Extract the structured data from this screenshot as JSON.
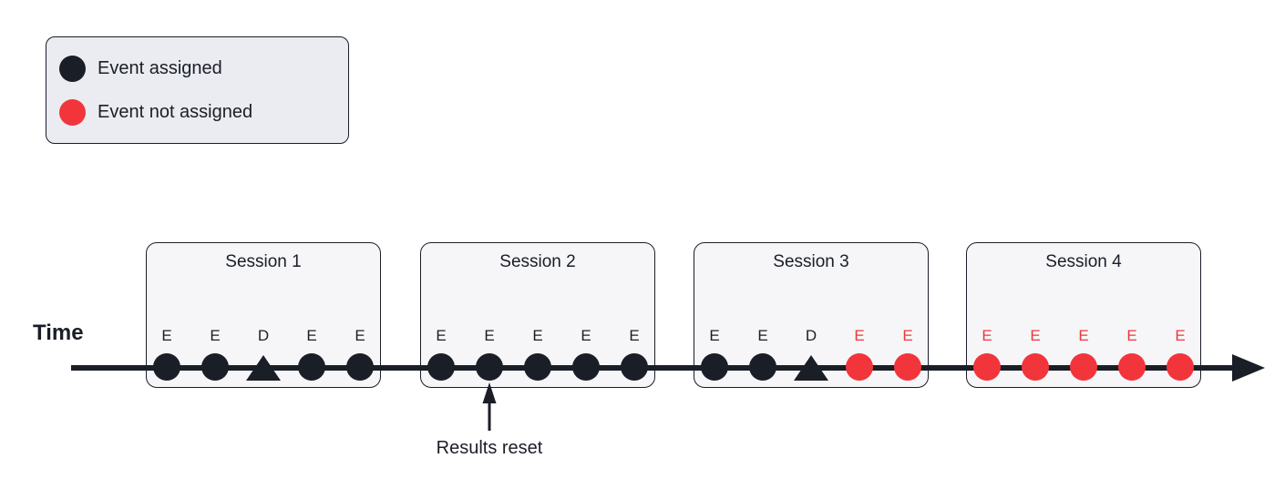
{
  "legend": {
    "items": [
      {
        "label": "Event assigned",
        "status": "assigned"
      },
      {
        "label": "Event not assigned",
        "status": "unassigned"
      }
    ]
  },
  "timeline": {
    "axis_label": "Time"
  },
  "annotation": {
    "label": "Results reset",
    "target": "Session 2, event 2"
  },
  "colors": {
    "assigned": "#1a1e27",
    "not_assigned": "#f2353b",
    "session_box_fill": "#f6f6f9",
    "legend_fill": "#eaecf1"
  },
  "sessions": [
    {
      "title": "Session 1",
      "markers": [
        {
          "label": "E",
          "type": "event",
          "assigned": true
        },
        {
          "label": "E",
          "type": "event",
          "assigned": true
        },
        {
          "label": "D",
          "type": "decision",
          "assigned": true
        },
        {
          "label": "E",
          "type": "event",
          "assigned": true
        },
        {
          "label": "E",
          "type": "event",
          "assigned": true
        }
      ]
    },
    {
      "title": "Session 2",
      "markers": [
        {
          "label": "E",
          "type": "event",
          "assigned": true
        },
        {
          "label": "E",
          "type": "event",
          "assigned": true
        },
        {
          "label": "E",
          "type": "event",
          "assigned": true
        },
        {
          "label": "E",
          "type": "event",
          "assigned": true
        },
        {
          "label": "E",
          "type": "event",
          "assigned": true
        }
      ]
    },
    {
      "title": "Session 3",
      "markers": [
        {
          "label": "E",
          "type": "event",
          "assigned": true
        },
        {
          "label": "E",
          "type": "event",
          "assigned": true
        },
        {
          "label": "D",
          "type": "decision",
          "assigned": true
        },
        {
          "label": "E",
          "type": "event",
          "assigned": false
        },
        {
          "label": "E",
          "type": "event",
          "assigned": false
        }
      ]
    },
    {
      "title": "Session 4",
      "markers": [
        {
          "label": "E",
          "type": "event",
          "assigned": false
        },
        {
          "label": "E",
          "type": "event",
          "assigned": false
        },
        {
          "label": "E",
          "type": "event",
          "assigned": false
        },
        {
          "label": "E",
          "type": "event",
          "assigned": false
        },
        {
          "label": "E",
          "type": "event",
          "assigned": false
        }
      ]
    }
  ]
}
